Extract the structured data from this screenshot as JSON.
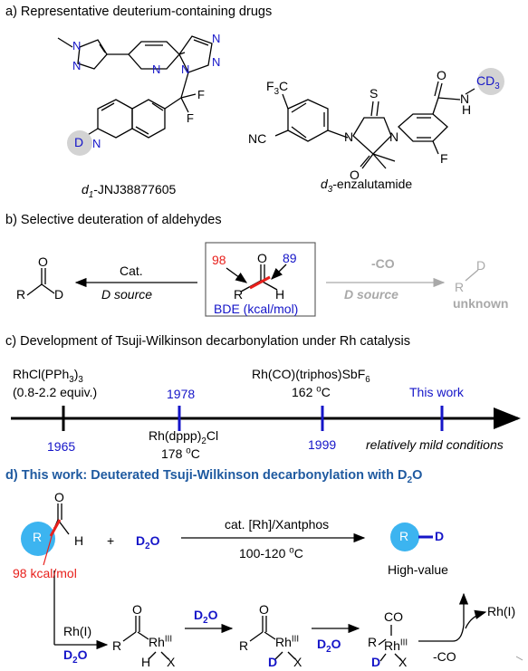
{
  "section_a": {
    "title": "a) Representative deuterium-containing drugs",
    "drug1": {
      "prefix": "d",
      "sub": "1",
      "suffix": "-JNJ38877605",
      "d_label": "D",
      "atoms": {
        "N": "N",
        "F": "F"
      }
    },
    "drug2": {
      "prefix": "d",
      "sub": "3",
      "suffix": "-enzalutamide",
      "d_label": "CD",
      "d_sub": "3",
      "cf3": "F",
      "cf3_sub": "3",
      "cf3_c": "C",
      "nc": "NC",
      "s": "S",
      "o": "O",
      "n": "N",
      "h": "H",
      "f": "F"
    }
  },
  "section_b": {
    "title": "b) Selective deuteration of aldehydes",
    "left_arrow_top": "Cat.",
    "left_arrow_bottom": "D source",
    "right_arrow_top": "-CO",
    "right_arrow_bottom": "D source",
    "product_r": "R",
    "product_d": "D",
    "product_o": "O",
    "unknown_r": "R",
    "unknown_d": "D",
    "unknown_label": "unknown",
    "box_left_bde": "98",
    "box_right_bde": "89",
    "box_caption": "BDE (kcal/mol)",
    "box_r": "R",
    "box_h": "H",
    "box_o": "O"
  },
  "section_c": {
    "title": "c) Development of Tsuji-Wilkinson decarbonylation under Rh catalysis",
    "cat1": "RhCl(PPh",
    "cat1_sub": "3",
    "cat1_end": ")",
    "cat1_sub2": "3",
    "equiv": "(0.8-2.2 equiv.)",
    "year1965": "1965",
    "year1978": "1978",
    "year1999": "1999",
    "this_work": "This work",
    "cat2": "Rh(dppp)",
    "cat2_sub": "2",
    "cat2_end": "Cl",
    "temp2": "178 ",
    "temp2_sup": "o",
    "temp2_end": "C",
    "cat3": "Rh(CO)(triphos)SbF",
    "cat3_sub": "6",
    "temp3": "162 ",
    "temp3_sup": "o",
    "temp3_end": "C",
    "mild": "relatively mild conditions"
  },
  "section_d": {
    "title": "d) This work: Deuterated Tsuji-Wilkinson decarbonylation with D",
    "title_sub": "2",
    "title_end": "O",
    "reactant_r": "R",
    "reactant_h": "H",
    "reactant_o": "O",
    "plus": "+",
    "d2o": "D",
    "d2o_sub": "2",
    "d2o_end": "O",
    "arrow_top": "cat. [Rh]/Xantphos",
    "arrow_bottom": "100-120 ",
    "arrow_bottom_sup": "o",
    "arrow_bottom_end": "C",
    "product_r": "R",
    "product_d": "D",
    "high_value": "High-value",
    "bde": "98 kcal/mol",
    "rh1": "Rh(I)",
    "d2o_1": "D",
    "d2o_1_sub": "2",
    "d2o_1_end": "O",
    "int1_r": "R",
    "int1_o": "O",
    "int1_rh": "Rh",
    "int1_sup": "III",
    "int1_h": "H",
    "int1_x": "X",
    "d2o_2": "D",
    "d2o_2_sub": "2",
    "d2o_2_end": "O",
    "int2_r": "R",
    "int2_o": "O",
    "int2_rh": "Rh",
    "int2_sup": "III",
    "int2_d": "D",
    "int2_x": "X",
    "d2o_3": "D",
    "d2o_3_sub": "2",
    "d2o_3_end": "O",
    "int3_r": "R",
    "int3_co": "CO",
    "int3_rh": "Rh",
    "int3_sup": "III",
    "int3_d": "D",
    "int3_x": "X",
    "minus_co": "-CO",
    "rh_end": "Rh(I)"
  },
  "colors": {
    "blue": "#1515c8",
    "red": "#e8201c",
    "gray": "#a9a9a9",
    "navy": "#1f5aa0",
    "circle": "#3cb4f0",
    "highlight": "#d3d3d3"
  }
}
